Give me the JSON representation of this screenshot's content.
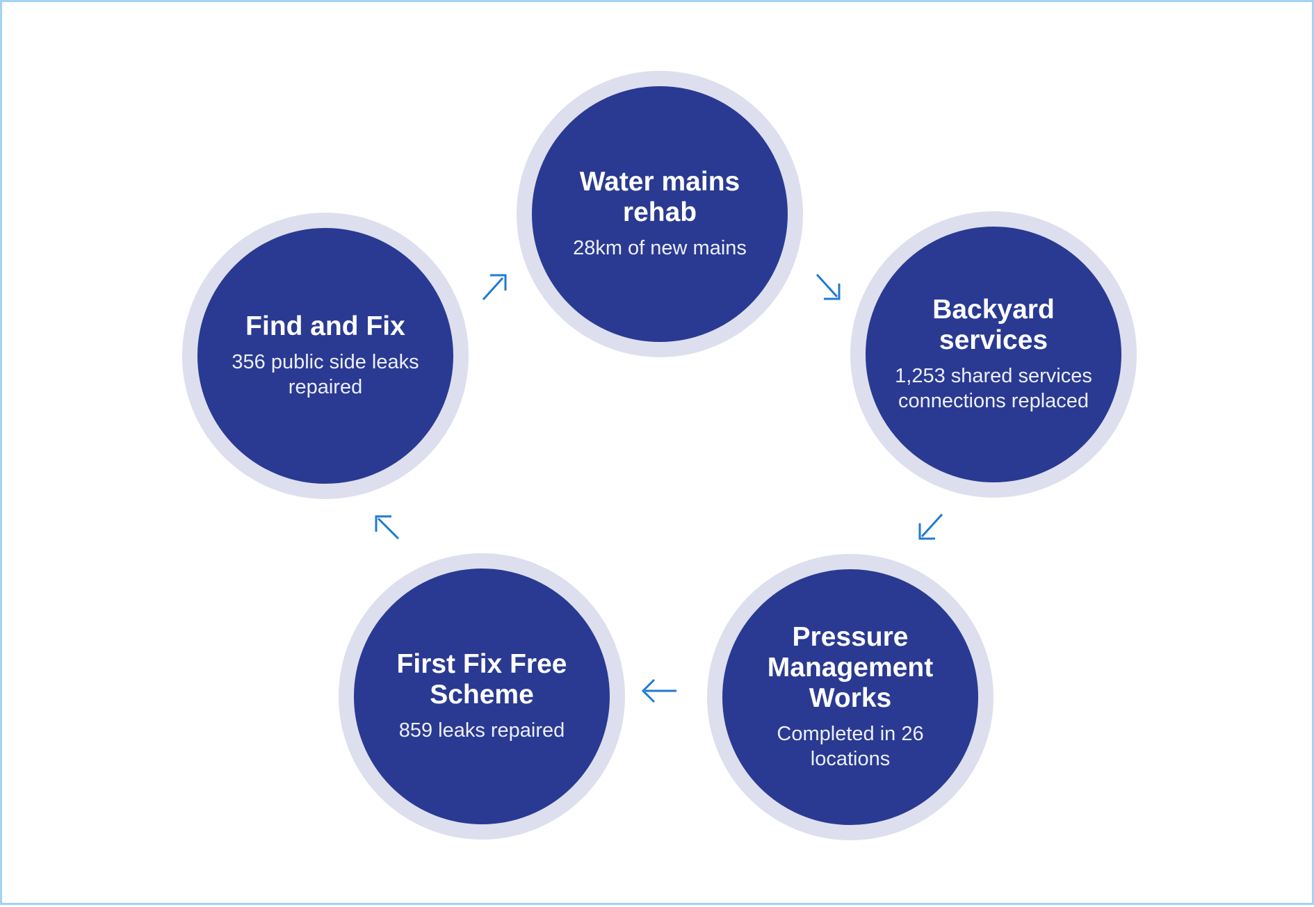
{
  "page": {
    "background": "#FFFFFF",
    "border_color": "#A3D2F2"
  },
  "cycle": {
    "type": "cycle-diagram",
    "direction": "clockwise",
    "nodes": [
      {
        "id": "water-mains-rehab",
        "title": "Water mains rehab",
        "subtitle": "28km of new mains"
      },
      {
        "id": "backyard-services",
        "title": "Backyard services",
        "subtitle": "1,253 shared services connections replaced"
      },
      {
        "id": "pressure-management-works",
        "title": "Pressure Management Works",
        "subtitle": "Completed in 26 locations"
      },
      {
        "id": "first-fix-free-scheme",
        "title": "First Fix Free Scheme",
        "subtitle": "859 leaks repaired"
      },
      {
        "id": "find-and-fix",
        "title": "Find and Fix",
        "subtitle": "356 public side leaks repaired"
      }
    ],
    "arrows": [
      {
        "from": "find-and-fix",
        "to": "water-mains-rehab",
        "direction": "up-right"
      },
      {
        "from": "water-mains-rehab",
        "to": "backyard-services",
        "direction": "down-right"
      },
      {
        "from": "backyard-services",
        "to": "pressure-management-works",
        "direction": "down-left"
      },
      {
        "from": "pressure-management-works",
        "to": "first-fix-free-scheme",
        "direction": "left"
      },
      {
        "from": "first-fix-free-scheme",
        "to": "find-and-fix",
        "direction": "up-left"
      }
    ],
    "colors": {
      "circle_fill": "#2A3A92",
      "circle_ring": "#DDDFEE",
      "arrow": "#1F7AD1",
      "page_border": "#A3D2F2",
      "background": "#FFFFFF",
      "title_color": "#FFFFFF",
      "subtitle_color": "#EDEFF8"
    }
  }
}
